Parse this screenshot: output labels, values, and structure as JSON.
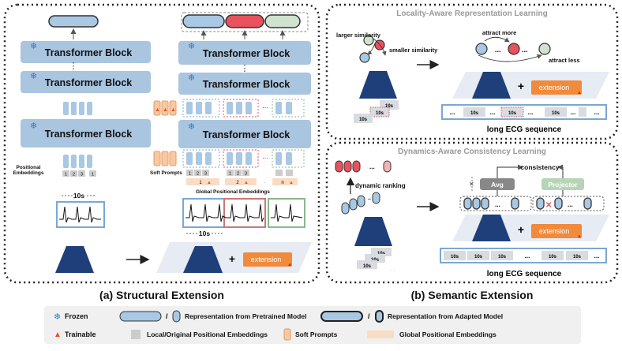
{
  "panel_a": {
    "block_label": "Transformer Block",
    "positional_embeddings_label": "Positional Embeddings",
    "soft_prompts_label": "Soft Prompts",
    "global_pe_label": "Global Positional Embeddings",
    "segment_label": "10s",
    "extension_label": "extension",
    "caption": "(a) Structural Extension",
    "pe_tokens_left": [
      "1",
      "2",
      "3",
      "1"
    ],
    "pe_tokens_right": [
      "1",
      "2",
      "3",
      "1",
      "2",
      "3"
    ],
    "global_tokens": [
      "1",
      "2",
      "n"
    ],
    "ellipsis": "⋮",
    "dots": "···"
  },
  "panel_b_top": {
    "title": "Locality-Aware Representation Learning",
    "larger_similarity": "larger similarity",
    "smaller_similarity": "smaller similarity",
    "attract_more": "attract more",
    "attract_less": "attract less",
    "extension_label": "extension",
    "segment_label": "10s",
    "sequence_caption": "long ECG sequence",
    "dots": "..."
  },
  "panel_b_bottom": {
    "title": "Dynamics-Aware Consistency Learning",
    "dynamic_ranking": "dynamic ranking",
    "consistency": "consistency",
    "avg": "Avg",
    "projector": "Projector",
    "extension_label": "extension",
    "segment_label": "10s",
    "sequence_caption": "long ECG sequence",
    "dots": "..."
  },
  "caption_b": "(b) Semantic Extension",
  "legend": {
    "frozen": "Frozen",
    "trainable": "Trainable",
    "pretrained_rep": "Representation from Pretrained Model",
    "adapted_rep": "Representation from Adapted Model",
    "local_pe": "Local/Original Positional Embeddings",
    "soft_prompts": "Soft Prompts",
    "global_pe": "Global Positional Embeddings",
    "slash": "/"
  },
  "colors": {
    "block_blue": "#a9c5df",
    "rep_blue": "#a9c8e4",
    "red": "#e8525c",
    "green": "#cfe3cf",
    "orange": "#f08a3c",
    "soft_prompt": "#f6c9a3",
    "global_pe": "#f9dcc4",
    "gray": "#d0d0d0"
  }
}
